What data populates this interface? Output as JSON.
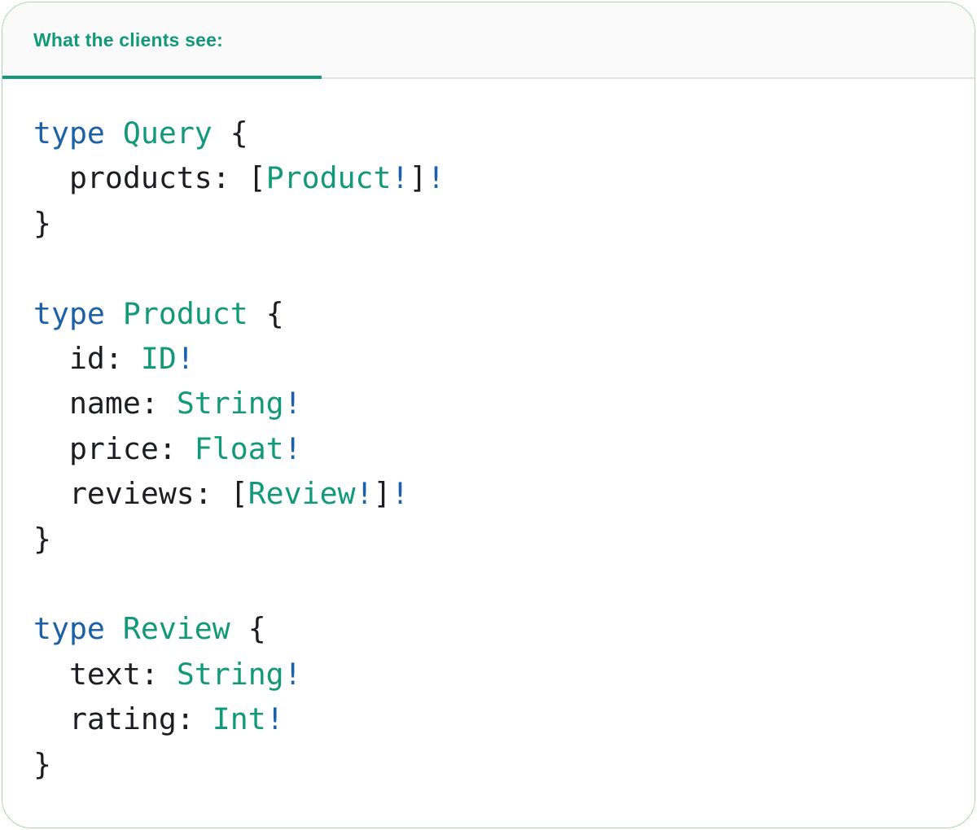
{
  "tab": {
    "label": "What the clients see:"
  },
  "colors": {
    "accent_teal": "#12997a",
    "keyword_blue": "#1c60a7",
    "code_ink": "#1c1e21",
    "header_bg": "#fafafa",
    "divider": "#e3e3e3",
    "card_border": "#abd4b3"
  },
  "code": {
    "language": "graphql",
    "lines": [
      [
        {
          "t": "type",
          "c": "kw"
        },
        {
          "t": " ",
          "c": "plain"
        },
        {
          "t": "Query",
          "c": "type"
        },
        {
          "t": " {",
          "c": "plain"
        }
      ],
      [
        {
          "t": "  products: [",
          "c": "plain"
        },
        {
          "t": "Product",
          "c": "type"
        },
        {
          "t": "!",
          "c": "kw"
        },
        {
          "t": "]",
          "c": "plain"
        },
        {
          "t": "!",
          "c": "kw"
        }
      ],
      [
        {
          "t": "}",
          "c": "plain"
        }
      ],
      [],
      [
        {
          "t": "type",
          "c": "kw"
        },
        {
          "t": " ",
          "c": "plain"
        },
        {
          "t": "Product",
          "c": "type"
        },
        {
          "t": " {",
          "c": "plain"
        }
      ],
      [
        {
          "t": "  id: ",
          "c": "plain"
        },
        {
          "t": "ID",
          "c": "type"
        },
        {
          "t": "!",
          "c": "kw"
        }
      ],
      [
        {
          "t": "  name: ",
          "c": "plain"
        },
        {
          "t": "String",
          "c": "type"
        },
        {
          "t": "!",
          "c": "kw"
        }
      ],
      [
        {
          "t": "  price: ",
          "c": "plain"
        },
        {
          "t": "Float",
          "c": "type"
        },
        {
          "t": "!",
          "c": "kw"
        }
      ],
      [
        {
          "t": "  reviews: [",
          "c": "plain"
        },
        {
          "t": "Review",
          "c": "type"
        },
        {
          "t": "!",
          "c": "kw"
        },
        {
          "t": "]",
          "c": "plain"
        },
        {
          "t": "!",
          "c": "kw"
        }
      ],
      [
        {
          "t": "}",
          "c": "plain"
        }
      ],
      [],
      [
        {
          "t": "type",
          "c": "kw"
        },
        {
          "t": " ",
          "c": "plain"
        },
        {
          "t": "Review",
          "c": "type"
        },
        {
          "t": " {",
          "c": "plain"
        }
      ],
      [
        {
          "t": "  text: ",
          "c": "plain"
        },
        {
          "t": "String",
          "c": "type"
        },
        {
          "t": "!",
          "c": "kw"
        }
      ],
      [
        {
          "t": "  rating: ",
          "c": "plain"
        },
        {
          "t": "Int",
          "c": "type"
        },
        {
          "t": "!",
          "c": "kw"
        }
      ],
      [
        {
          "t": "}",
          "c": "plain"
        }
      ]
    ]
  }
}
